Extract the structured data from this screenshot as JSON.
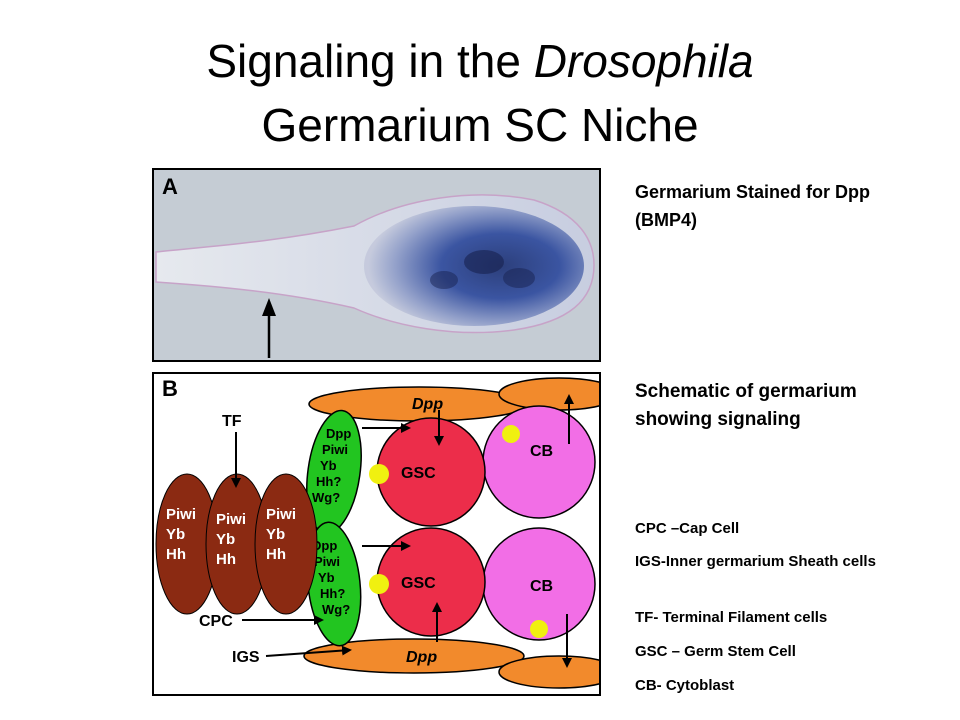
{
  "title": {
    "line1_prefix": "Signaling in the ",
    "line1_italic": "Drosophila",
    "line2": "Germarium SC Niche"
  },
  "panel_a": {
    "label": "A",
    "caption": "Germarium Stained for Dpp (BMP4)"
  },
  "panel_b": {
    "label": "B",
    "caption": "Schematic of germarium showing signaling",
    "labels": {
      "tf": "TF",
      "cpc": "CPC",
      "igs": "IGS",
      "dpp": "Dpp",
      "gsc": "GSC",
      "cb": "CB"
    },
    "tf_cell_lines": [
      "Piwi",
      "Yb",
      "Hh"
    ],
    "cap_cell_top_lines": [
      "Dpp",
      "Piwi",
      "Yb",
      "Hh?",
      "Wg?"
    ],
    "cap_cell_bottom_lines": [
      "Dpp",
      "Piwi",
      "Yb",
      "Hh?",
      "Wg?"
    ]
  },
  "legend": [
    "CPC –Cap Cell",
    "IGS-Inner germarium Sheath cells",
    "TF- Terminal Filament cells",
    "GSC – Germ Stem Cell",
    "CB- Cytoblast"
  ],
  "colors": {
    "tf_cell": "#8b2a12",
    "cap_cell": "#22c520",
    "gsc": "#ec2d4a",
    "cb": "#f26ee6",
    "sheath": "#f28a2c",
    "dot": "#f0f010",
    "stain": "#2e4a9c"
  }
}
